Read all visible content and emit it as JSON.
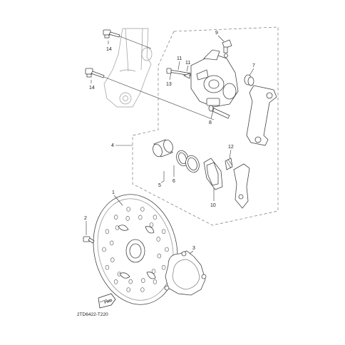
{
  "diagram": {
    "callouts": {
      "c1": "1",
      "c2": "2",
      "c3": "3",
      "c4": "4",
      "c5": "5",
      "c6": "6",
      "c7": "7",
      "c8": "8",
      "c9": "9",
      "c10": "10",
      "c11": "11",
      "c12": "12",
      "c13": "13",
      "c14a": "14",
      "c14b": "14"
    },
    "fwd_label": "FWD",
    "diagram_code": "2TD6422-T220"
  }
}
